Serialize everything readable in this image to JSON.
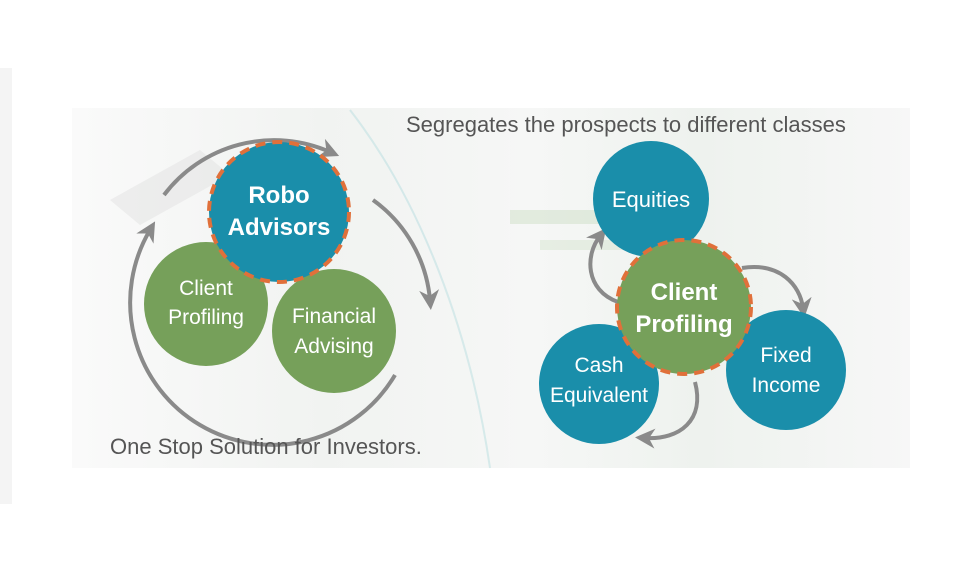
{
  "left_cycle": {
    "center": "Robo Advisors",
    "center_lines": [
      "Robo",
      "Advisors"
    ],
    "nodes": [
      {
        "lines": [
          "Client",
          "Profiling"
        ]
      },
      {
        "lines": [
          "Financial",
          "Advising"
        ]
      }
    ],
    "caption": "One Stop Solution for Investors."
  },
  "right_cycle": {
    "title": "Segregates the prospects to different classes",
    "center_lines": [
      "Client",
      "Profiling"
    ],
    "nodes": [
      {
        "lines": [
          "Equities"
        ]
      },
      {
        "lines": [
          "Fixed",
          "Income"
        ]
      },
      {
        "lines": [
          "Cash",
          "Equivalent"
        ]
      }
    ]
  },
  "colors": {
    "teal": "#1a8eaa",
    "green": "#76a05a",
    "dash": "#e0703a",
    "arrow": "#8a8a8a",
    "text_white": "#ffffff",
    "caption": "#555555"
  }
}
